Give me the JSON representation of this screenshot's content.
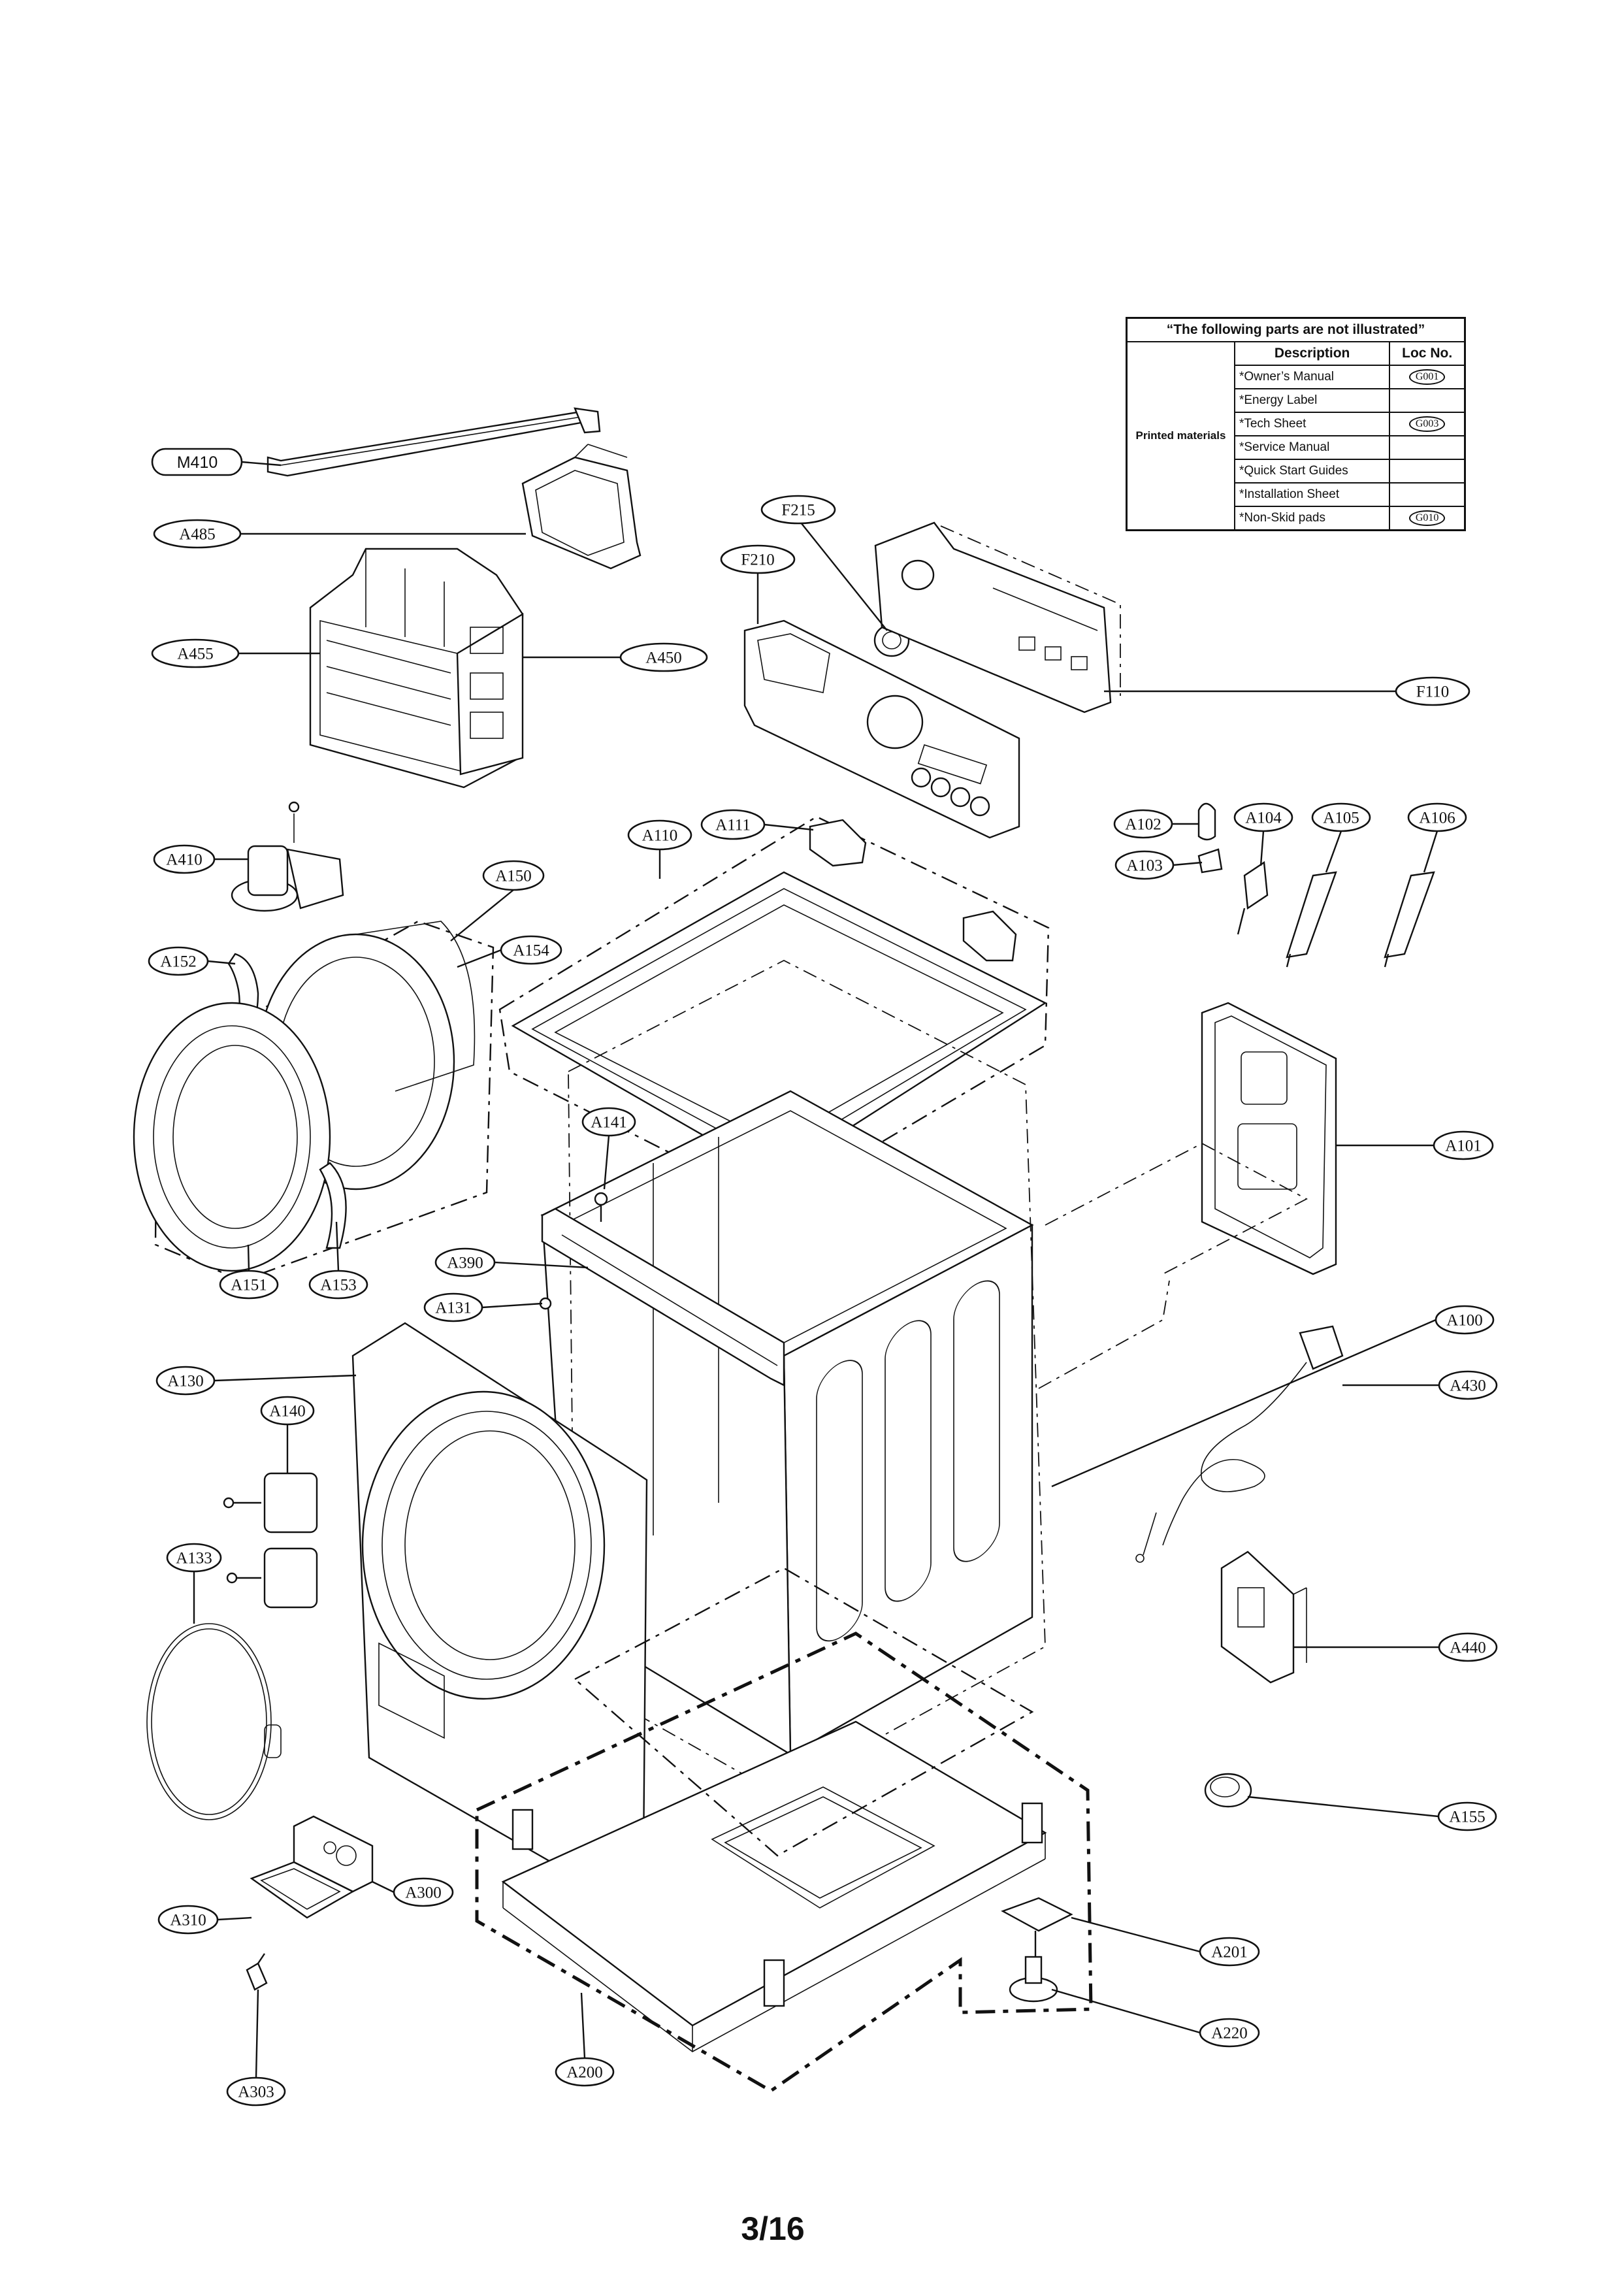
{
  "table": {
    "title": "“The following parts are not illustrated”",
    "col_description": "Description",
    "col_loc": "Loc No.",
    "group": "Printed materials",
    "rows": [
      {
        "desc": "*Owner’s Manual",
        "loc": "G001"
      },
      {
        "desc": "*Energy Label",
        "loc": ""
      },
      {
        "desc": "*Tech Sheet",
        "loc": "G003"
      },
      {
        "desc": "*Service Manual",
        "loc": ""
      },
      {
        "desc": "*Quick Start Guides",
        "loc": ""
      },
      {
        "desc": "*Installation Sheet",
        "loc": ""
      },
      {
        "desc": "*Non-Skid pads",
        "loc": "G010"
      }
    ]
  },
  "labels": {
    "M410": "M410",
    "A485": "A485",
    "A455": "A455",
    "A450": "A450",
    "F215": "F215",
    "F210": "F210",
    "F110": "F110",
    "A410": "A410",
    "A110": "A110",
    "A111": "A111",
    "A102": "A102",
    "A103": "A103",
    "A104": "A104",
    "A105": "A105",
    "A106": "A106",
    "A150": "A150",
    "A152": "A152",
    "A154": "A154",
    "A101": "A101",
    "A141": "A141",
    "A151": "A151",
    "A153": "A153",
    "A390": "A390",
    "A131": "A131",
    "A100": "A100",
    "A130": "A130",
    "A430": "A430",
    "A140": "A140",
    "A133": "A133",
    "A440": "A440",
    "A155": "A155",
    "A300": "A300",
    "A310": "A310",
    "A201": "A201",
    "A303": "A303",
    "A200": "A200",
    "A220": "A220"
  },
  "page_number": "3/16"
}
